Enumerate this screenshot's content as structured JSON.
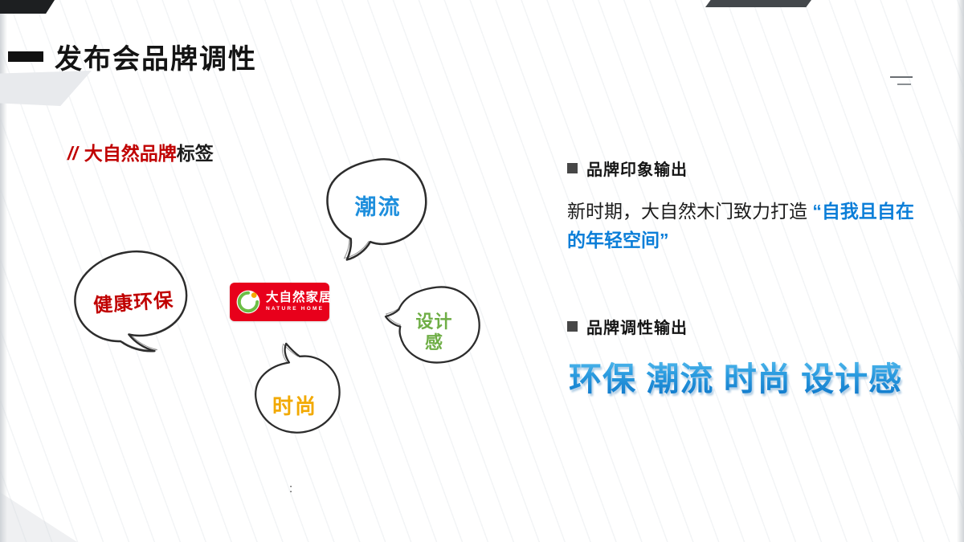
{
  "slide": {
    "title": "发布会品牌调性",
    "footer_colon": ":"
  },
  "tag_header": {
    "slashes": "//",
    "red_text": "大自然品牌",
    "black_text": "标签"
  },
  "bubbles": {
    "top": {
      "label": "潮流",
      "color": "#1E8FDD"
    },
    "left": {
      "label": "健康环保",
      "color": "#C00000"
    },
    "right": {
      "line1": "设计",
      "line2": "感",
      "color": "#6FAE46"
    },
    "bottom": {
      "label": "时尚",
      "color": "#F2A900"
    }
  },
  "logo": {
    "cn": "大自然家居",
    "en": "NATURE HOME",
    "background": "#E8001B"
  },
  "right_panel": {
    "section1_title": "品牌印象输出",
    "paragraph_black": "新时期，大自然木门致力打造 ",
    "paragraph_blue": "“自我且自在的年轻空间”",
    "section2_title": "品牌调性输出",
    "keywords": "环保 潮流 时尚 设计感"
  },
  "colors": {
    "accent_blue": "#0B7ED8",
    "keyword_gradient_top": "#66C8F2",
    "keyword_gradient_bottom": "#0C74C8",
    "sketch_stroke": "#2D2D2D"
  }
}
